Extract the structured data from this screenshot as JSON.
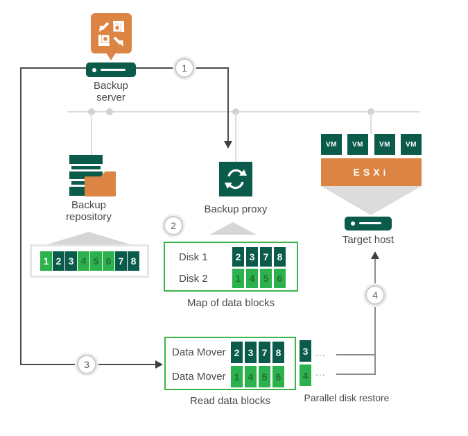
{
  "colors": {
    "dark_green": "#0b5b4b",
    "bright_green": "#2bb24c",
    "orange": "#dc8443",
    "box_border_green": "#3bb54a",
    "bus_gray": "#dcdcdc",
    "connector_dark": "#4a4a4a"
  },
  "backup_server": {
    "label_line1": "Backup",
    "label_line2": "server"
  },
  "backup_repository": {
    "label_line1": "Backup",
    "label_line2": "repository",
    "blocks": [
      {
        "label": "1",
        "variant": "bright-white"
      },
      {
        "label": "2",
        "variant": "dark"
      },
      {
        "label": "3",
        "variant": "dark"
      },
      {
        "label": "4",
        "variant": "bright"
      },
      {
        "label": "5",
        "variant": "bright"
      },
      {
        "label": "6",
        "variant": "bright"
      },
      {
        "label": "7",
        "variant": "dark"
      },
      {
        "label": "8",
        "variant": "dark"
      }
    ]
  },
  "backup_proxy": {
    "label": "Backup proxy"
  },
  "esxi": {
    "vm_label": "VM",
    "vm_count": 4,
    "bar_label": "ESXi"
  },
  "target_host": {
    "label": "Target host"
  },
  "steps": {
    "step1": "1",
    "step2": "2",
    "step3": "3",
    "step4": "4"
  },
  "map_box": {
    "caption": "Map of data blocks",
    "rows": [
      {
        "label": "Disk 1",
        "variant": "dark",
        "blocks": [
          "2",
          "3",
          "7",
          "8"
        ]
      },
      {
        "label": "Disk 2",
        "variant": "bright",
        "blocks": [
          "1",
          "4",
          "5",
          "6"
        ]
      }
    ]
  },
  "read_box": {
    "caption": "Read data blocks",
    "rows": [
      {
        "label": "Data Mover",
        "variant": "dark",
        "blocks": [
          "2",
          "3",
          "7",
          "8"
        ]
      },
      {
        "label": "Data Mover",
        "variant": "bright",
        "blocks": [
          "1",
          "4",
          "5",
          "6"
        ]
      }
    ]
  },
  "parallel_restore": {
    "row1_block": "3",
    "row2_block": "4",
    "ellipsis": "...",
    "caption": "Parallel disk restore"
  }
}
